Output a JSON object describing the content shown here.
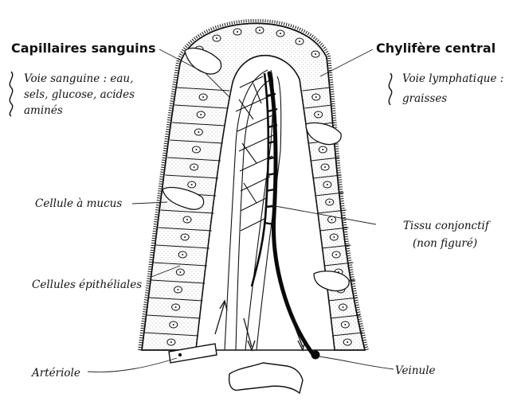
{
  "labels": {
    "capillaires_title": "Capillaires sanguins",
    "capillaires_desc": [
      "Voie sanguine : eau,",
      "sels, glucose, acides",
      "aminés"
    ],
    "chylifere_title": "Chylifère central",
    "chylifere_desc": [
      "Voie lymphatique :",
      "graisses"
    ],
    "cellule_mucus": "Cellule à mucus",
    "cellules_epitheliales": "Cellules épithéliales",
    "arteriole": "Artériole",
    "tissu_conjonctif": "Tissu conjonctif",
    "tissu_conjonctif_note": "(non figuré)",
    "veinule": "Veinule"
  },
  "colors": {
    "ink": "#111111",
    "lymph_vessel": "#0a0a0a",
    "stipple": "#9a9a9a",
    "background": "#ffffff"
  }
}
